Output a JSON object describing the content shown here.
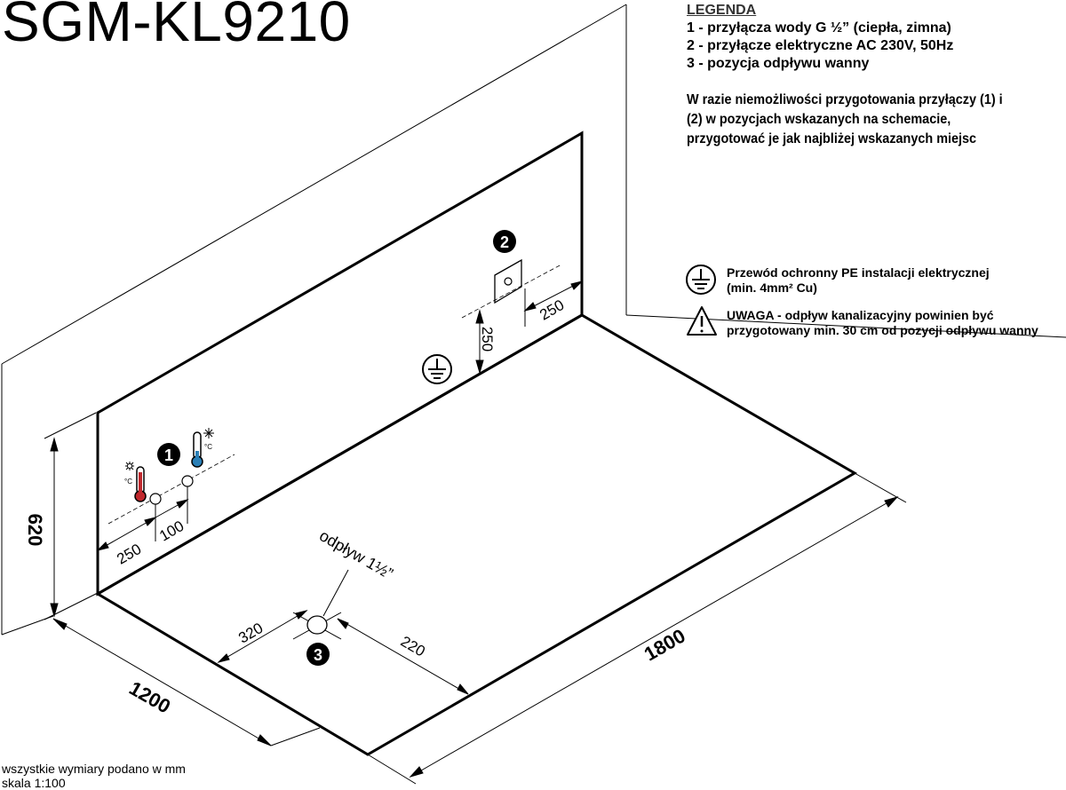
{
  "title": "SGM-KL9210",
  "legend": {
    "heading": "LEGENDA",
    "items": [
      "1 - przyłącza wody G ½” (ciepła, zimna)",
      "2 - przyłącze elektryczne AC 230V, 50Hz",
      "3 - pozycja odpływu wanny"
    ]
  },
  "note": {
    "lines": [
      "W razie niemożliwości przygotowania przyłączy (1) i",
      "(2) w pozycjach wskazanych na schemacie,",
      "przygotować je jak najbliżej wskazanych miejsc"
    ]
  },
  "symbols": {
    "pe": {
      "icon": "ground-icon",
      "lines": [
        "Przewód ochronny PE instalacji elektrycznej",
        "(min. 4mm² Cu)"
      ]
    },
    "warning": {
      "icon": "warning-triangle-icon",
      "lines": [
        "UWAGA - odpływ kanalizacyjny powinien być",
        "przygotowany min. 30 cm od pozycji odpływu wanny"
      ]
    }
  },
  "markers": {
    "m1": "1",
    "m2": "2",
    "m3": "3"
  },
  "dimensions": {
    "height": "620",
    "width": "1200",
    "length": "1800",
    "water_left": "250",
    "water_spacing": "100",
    "elec_height": "250",
    "elec_side": "250",
    "drain_a": "320",
    "drain_b": "220"
  },
  "drain_label": "odpływ 1½”",
  "thermo_unit": "°C",
  "footer": {
    "line1": "wszystkie wymiary podano w mm",
    "line2": "skala 1:100"
  }
}
